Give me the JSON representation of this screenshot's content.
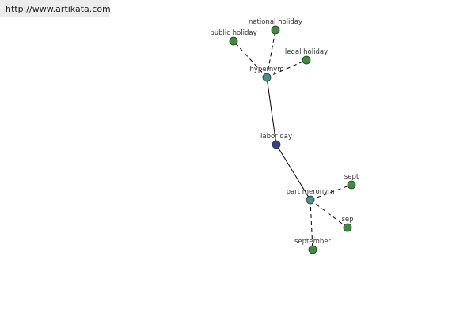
{
  "header": {
    "url": "http://www.artikata.com"
  },
  "graph": {
    "colors": {
      "center": "#3d3d8f",
      "relation": "#4d8e8e",
      "leaf": "#3f8c3f",
      "edge": "#000000"
    },
    "nodes": [
      {
        "id": "labor-day",
        "label": "labor day",
        "kind": "center"
      },
      {
        "id": "hypernym",
        "label": "hypernym",
        "kind": "relation"
      },
      {
        "id": "part-meronym",
        "label": "part meronym",
        "kind": "relation"
      },
      {
        "id": "public-holiday",
        "label": "public holiday",
        "kind": "leaf"
      },
      {
        "id": "national-holiday",
        "label": "national holiday",
        "kind": "leaf"
      },
      {
        "id": "legal-holiday",
        "label": "legal holiday",
        "kind": "leaf"
      },
      {
        "id": "sept",
        "label": "sept",
        "kind": "leaf"
      },
      {
        "id": "sep",
        "label": "sep",
        "kind": "leaf"
      },
      {
        "id": "september",
        "label": "september",
        "kind": "leaf"
      }
    ],
    "edges": [
      {
        "from": "labor-day",
        "to": "hypernym",
        "style": "solid"
      },
      {
        "from": "labor-day",
        "to": "part-meronym",
        "style": "solid"
      },
      {
        "from": "hypernym",
        "to": "public-holiday",
        "style": "dashed"
      },
      {
        "from": "hypernym",
        "to": "national-holiday",
        "style": "dashed"
      },
      {
        "from": "hypernym",
        "to": "legal-holiday",
        "style": "dashed"
      },
      {
        "from": "part-meronym",
        "to": "sept",
        "style": "dashed"
      },
      {
        "from": "part-meronym",
        "to": "sep",
        "style": "dashed"
      },
      {
        "from": "part-meronym",
        "to": "september",
        "style": "dashed"
      }
    ]
  }
}
